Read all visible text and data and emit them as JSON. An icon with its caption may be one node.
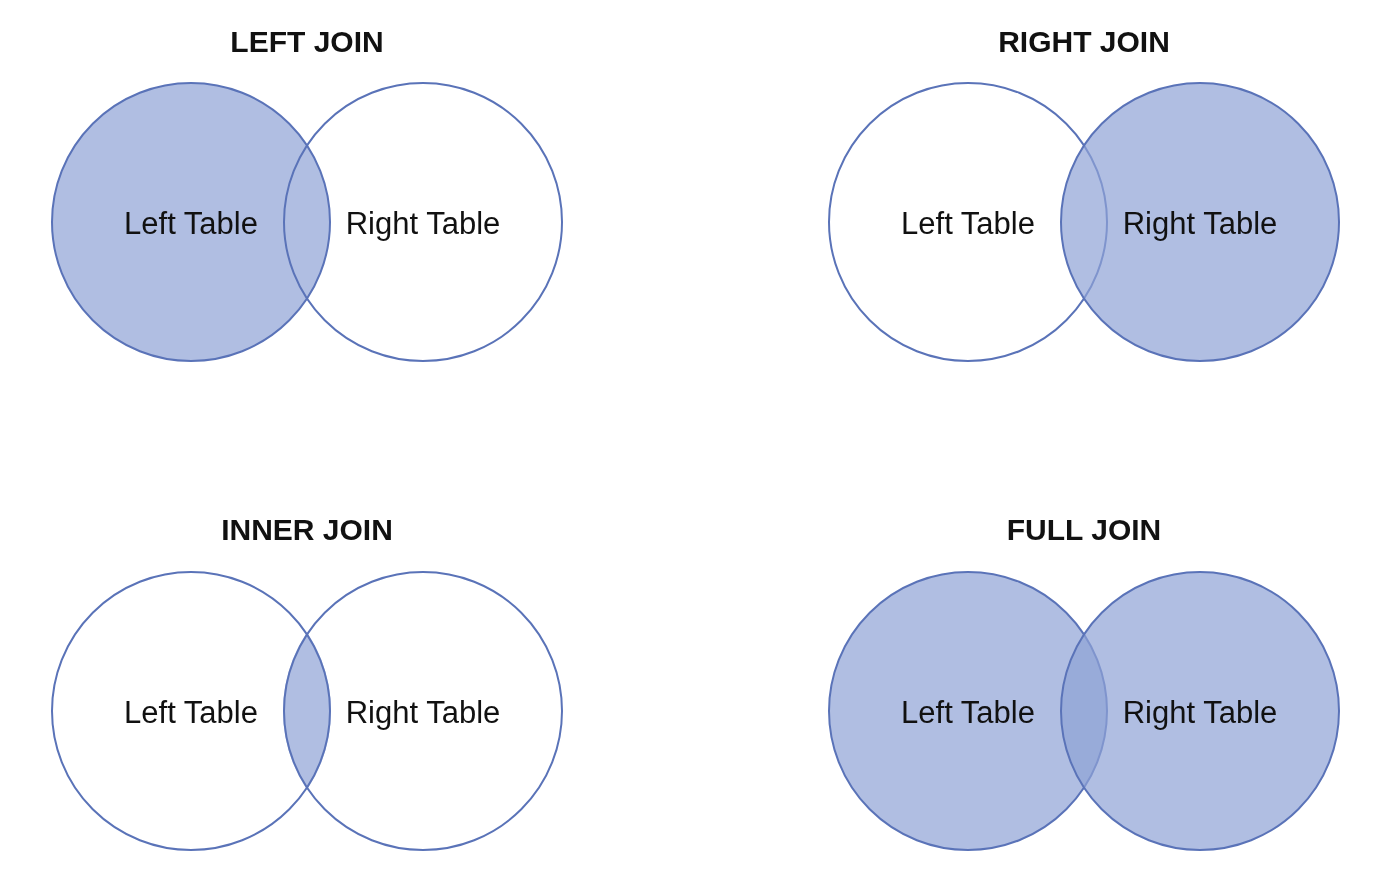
{
  "diagram": {
    "nodes": [
      {
        "text": [
          "Left Table"
        ]
      },
      {
        "text": [
          "Right Table"
        ]
      },
      {
        "text": [
          "Left Table"
        ]
      },
      {
        "text": [
          "Right Table"
        ]
      },
      {
        "text": [
          "Left Table"
        ]
      },
      {
        "text": [
          "Right Table"
        ]
      },
      {
        "text": [],
        "shape": "lens"
      },
      {
        "text": [
          "Left Table"
        ]
      },
      {
        "text": [
          "Right Table"
        ]
      }
    ],
    "edges": [],
    "labels": [
      "LEFT JOIN",
      "RIGHT JOIN",
      "INNER JOIN",
      "FULL JOIN"
    ]
  }
}
